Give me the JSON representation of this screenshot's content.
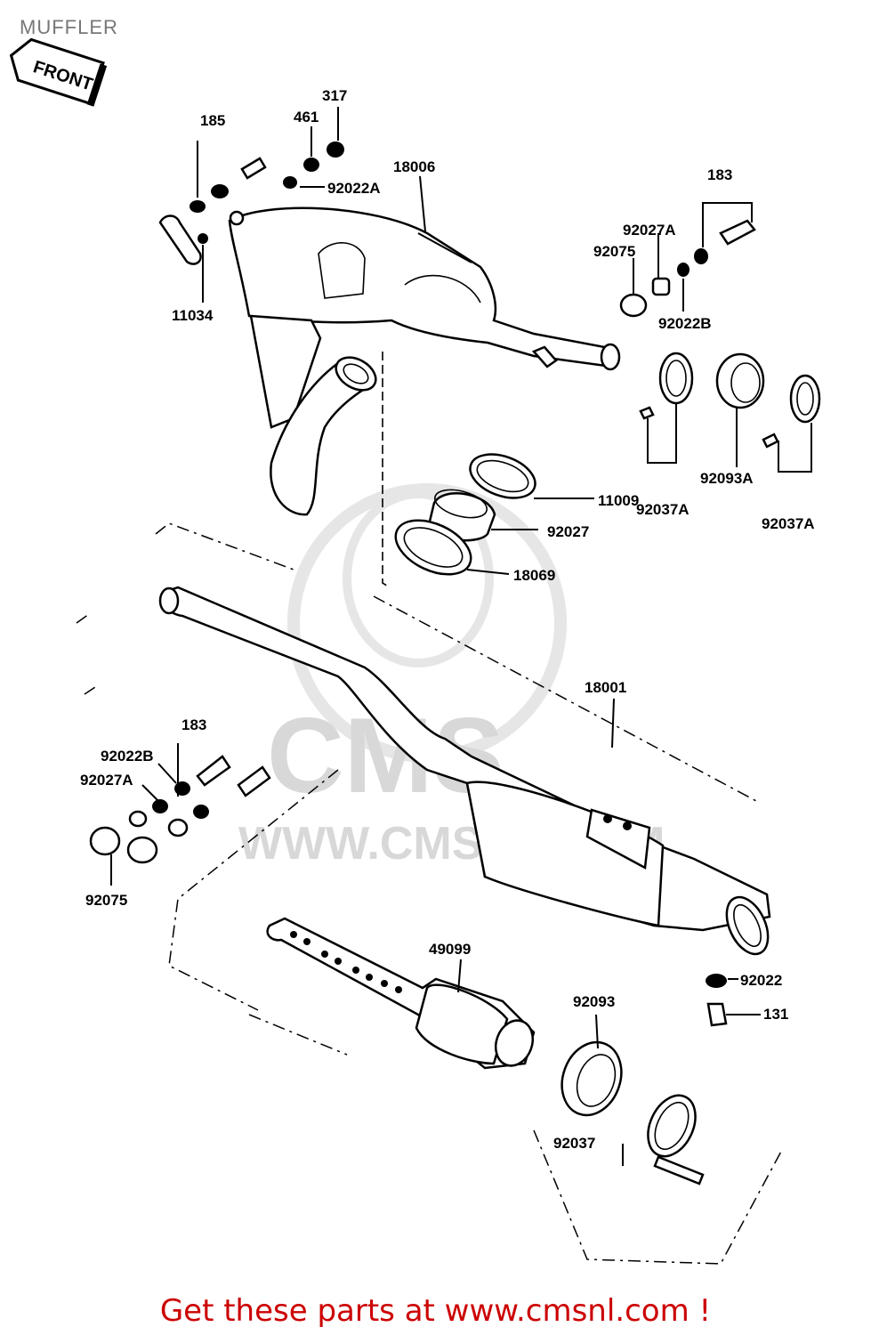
{
  "title": "MUFFLER",
  "front_tag": "FRONT",
  "watermark": {
    "brand": "CMS",
    "site": "WWW.CMSNL.COM"
  },
  "parts": {
    "p317": "317",
    "p461": "461",
    "p185": "185",
    "p18006": "18006",
    "p92022A": "92022A",
    "p11034": "11034",
    "p183_top": "183",
    "p92027A_top": "92027A",
    "p92075_top": "92075",
    "p92022B_top": "92022B",
    "p92037A_left": "92037A",
    "p92093A": "92093A",
    "p92037A_right": "92037A",
    "p11009": "11009",
    "p92027": "92027",
    "p18069": "18069",
    "p18001": "18001",
    "p183_left": "183",
    "p92022B_left": "92022B",
    "p92027A_left": "92027A",
    "p92075_left": "92075",
    "p49099": "49099",
    "p92022": "92022",
    "p131": "131",
    "p92093": "92093",
    "p92037": "92037"
  },
  "footer": {
    "text": "Get these parts at www.cmsnl.com !",
    "color": "#cc0000"
  }
}
